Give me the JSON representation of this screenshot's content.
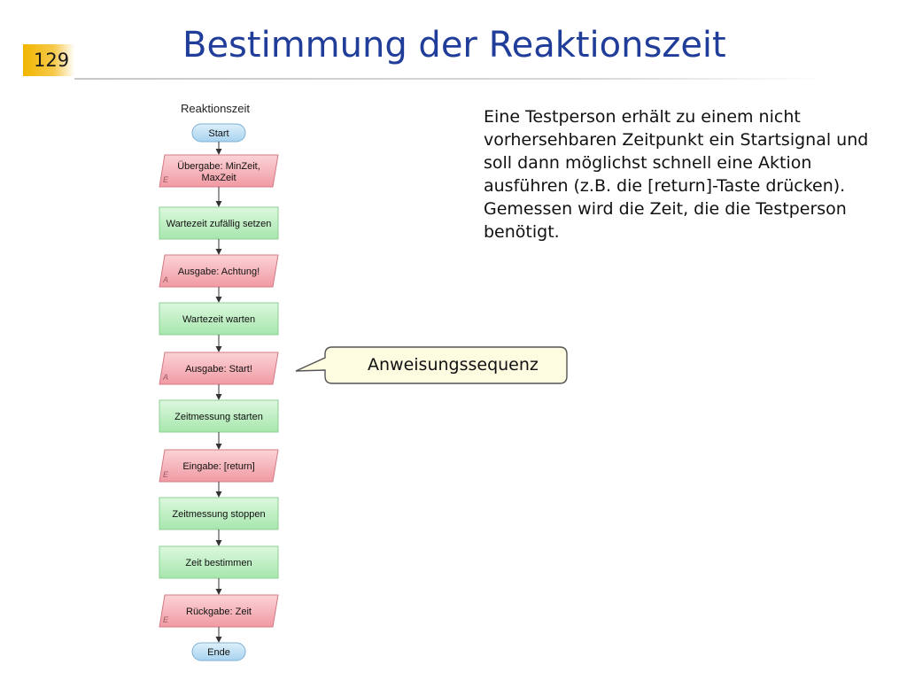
{
  "slide": {
    "number": "129",
    "title": "Bestimmung der Reaktionszeit",
    "description": "Eine Testperson erhält zu einem nicht vorhersehbaren Zeitpunkt ein Startsignal und soll dann möglichst schnell eine Aktion ausführen (z.B. die [return]-Taste drücken). Gemessen wird die Zeit, die die Testperson benötigt."
  },
  "flowchart": {
    "title": "Reaktionszeit",
    "start_label": "Start",
    "end_label": "Ende",
    "steps": [
      {
        "kind": "io",
        "label": "Übergabe: MinZeit,",
        "label2": "MaxZeit",
        "tag": "E"
      },
      {
        "kind": "process",
        "label": "Wartezeit zufällig setzen"
      },
      {
        "kind": "io",
        "label": "Ausgabe: Achtung!",
        "tag": "A"
      },
      {
        "kind": "process",
        "label": "Wartezeit warten"
      },
      {
        "kind": "io",
        "label": "Ausgabe: Start!",
        "tag": "A"
      },
      {
        "kind": "process",
        "label": "Zeitmessung starten"
      },
      {
        "kind": "io",
        "label": "Eingabe: [return]",
        "tag": "E"
      },
      {
        "kind": "process",
        "label": "Zeitmessung stoppen"
      },
      {
        "kind": "process",
        "label": "Zeit bestimmen"
      },
      {
        "kind": "io",
        "label": "Rückgabe: Zeit",
        "tag": "E"
      }
    ]
  },
  "callout": {
    "label": "Anweisungssequenz"
  },
  "colors": {
    "io_fill": "#f4aab1",
    "io_stroke": "#d47a84",
    "process_fill": "#bff0c2",
    "process_stroke": "#8ccf92",
    "terminal_fill": "#bfe0f4",
    "terminal_stroke": "#7fb0d6",
    "callout_fill": "#fdfbe0",
    "callout_stroke": "#555555",
    "title": "#1f3d99",
    "badge": "#f2b600"
  }
}
